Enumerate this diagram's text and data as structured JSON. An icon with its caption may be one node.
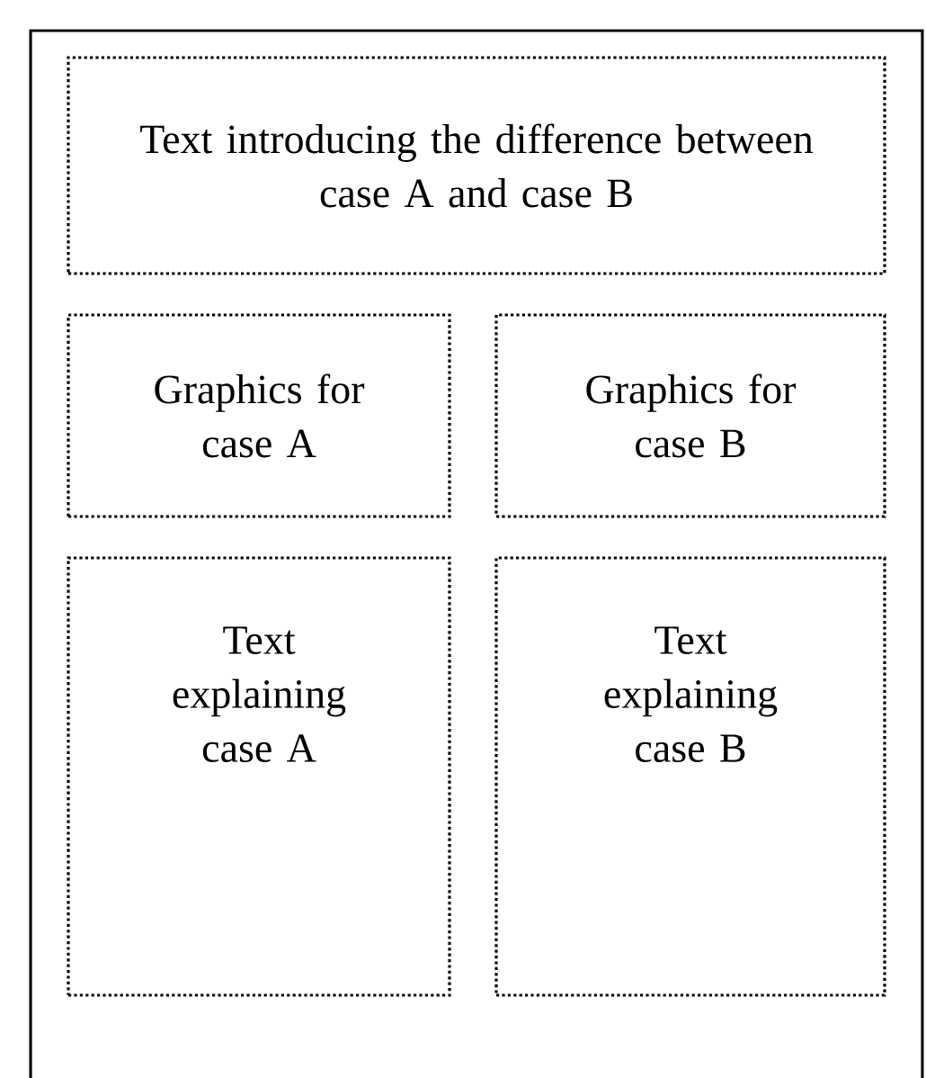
{
  "diagram": {
    "nodes": [
      {
        "text": [
          "Text introducing the difference between case A and case B"
        ]
      },
      {
        "text": [
          "Graphics for case A"
        ]
      },
      {
        "text": [
          "Graphics for case B"
        ]
      },
      {
        "text": [
          "Text explaining case A"
        ]
      },
      {
        "text": [
          "Text explaining case B"
        ]
      }
    ]
  }
}
